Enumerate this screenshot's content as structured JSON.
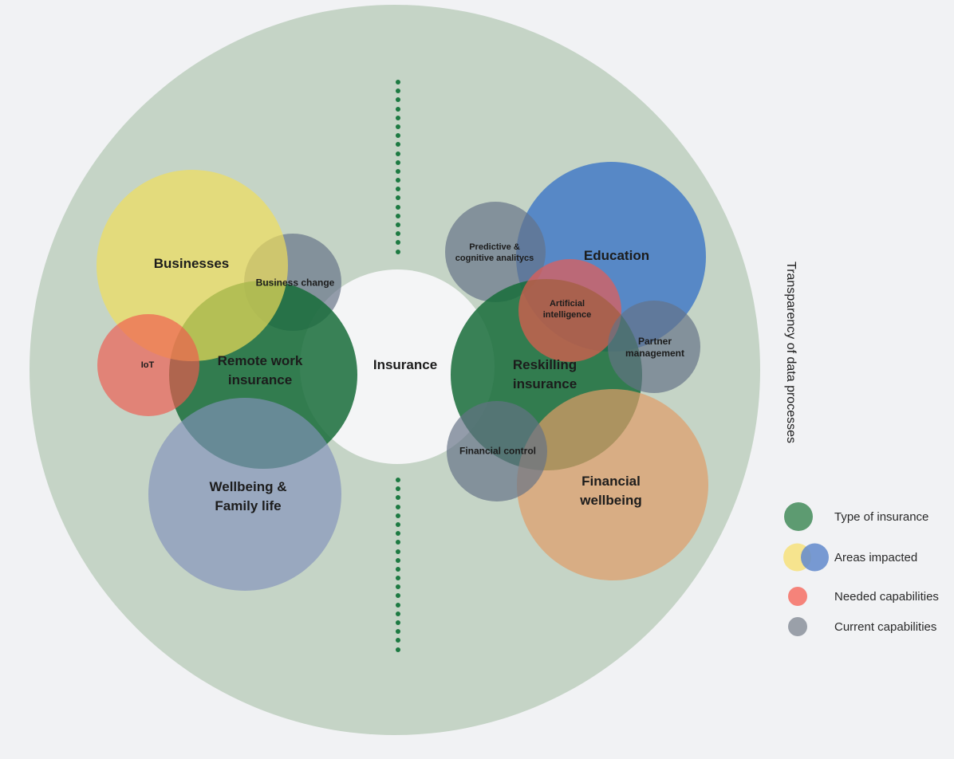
{
  "diagram": {
    "hub_label": "Insurance",
    "side_label": "Transparency of data processes",
    "dotted_lines": {
      "dots_per_line": 20
    }
  },
  "bubbles": [
    {
      "id": "business-change",
      "label": "Business change",
      "category": "Current capabilities"
    },
    {
      "id": "remote-work-insurance",
      "label": "Remote work insurance",
      "category": "Type of insurance"
    },
    {
      "id": "businesses",
      "label": "Businesses",
      "category": "Areas impacted"
    },
    {
      "id": "iot",
      "label": "IoT",
      "category": "Needed capabilities"
    },
    {
      "id": "wellbeing-family-life",
      "label": "Wellbeing & Family life",
      "category": "Areas impacted"
    },
    {
      "id": "education",
      "label": "Education",
      "category": "Areas impacted"
    },
    {
      "id": "predictive-cognitive-analitycs",
      "label": "Predictive & cognitive analitycs",
      "category": "Current capabilities"
    },
    {
      "id": "reskilling-insurance",
      "label": "Reskilling insurance",
      "category": "Type of insurance"
    },
    {
      "id": "artificial-intelligence",
      "label": "Artificial intelligence",
      "category": "Needed capabilities"
    },
    {
      "id": "financial-wellbeing",
      "label": "Financial wellbeing",
      "category": "Areas impacted"
    },
    {
      "id": "financial-control",
      "label": "Financial control",
      "category": "Current capabilities"
    },
    {
      "id": "partner-management",
      "label": "Partner management",
      "category": "Current capabilities"
    }
  ],
  "legend": {
    "items": [
      {
        "label": "Type of insurance",
        "colors": [
          "#5d9b71"
        ]
      },
      {
        "label": "Areas impacted",
        "colors": [
          "#f6e48e",
          "#658ccd"
        ]
      },
      {
        "label": "Needed capabilities",
        "colors": [
          "#f5837a"
        ]
      },
      {
        "label": "Current capabilities",
        "colors": [
          "#9aa0a9"
        ]
      }
    ]
  },
  "colors": {
    "background": "#f1f2f4",
    "outer_ring": "#c5d4c6",
    "hub": "#f4f5f6",
    "type_of_insurance_green": "#186c3a",
    "areas_impacted_yellow": "#f2de58",
    "areas_impacted_blue": "#3e78c6",
    "areas_impacted_bluegray": "#8291ba",
    "areas_impacted_tan": "#e09c68",
    "needed_capabilities_red": "#f05a4e",
    "current_capabilities_gray": "#647286",
    "dotted_line_green": "#1d7a42",
    "text": "#1c1c1c"
  }
}
